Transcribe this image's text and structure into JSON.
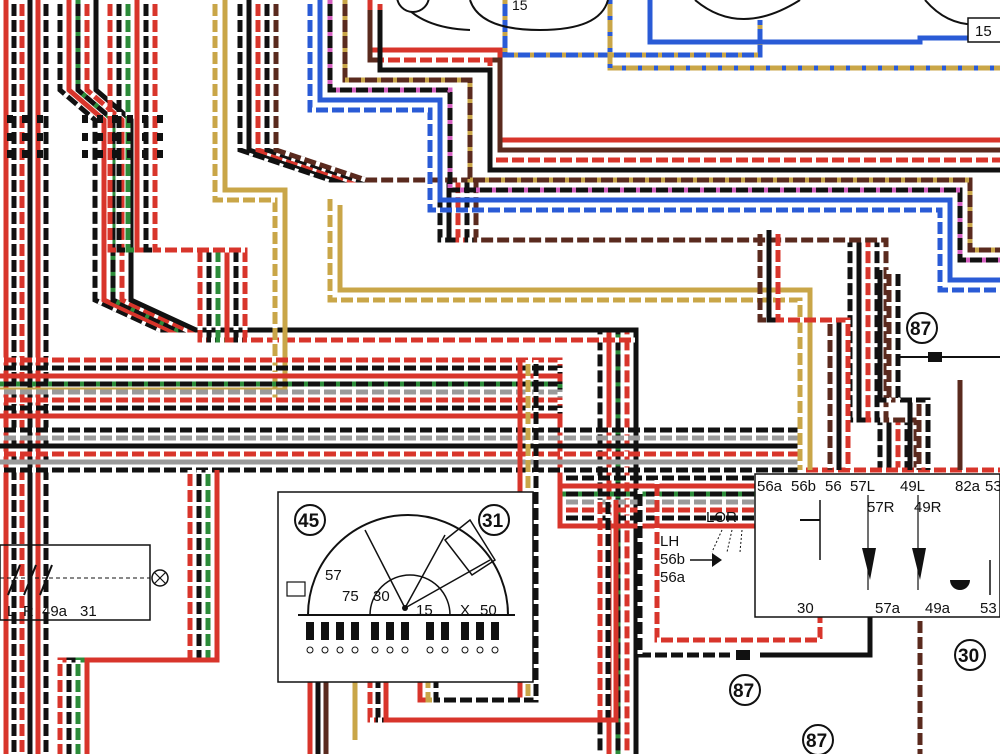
{
  "colors": {
    "red": "#d8352b",
    "black": "#111111",
    "white": "#ffffff",
    "brown": "#5a2a1e",
    "yellow": "#c9a648",
    "blue": "#2a5bd6",
    "green": "#2c8c3a",
    "grey": "#9a9a9a",
    "pink": "#d460c0",
    "background": "#ffffff"
  },
  "connector_circles": {
    "c87_right": "87",
    "c87_bottom": "87",
    "c87_corner": "87",
    "c45": "45",
    "c31": "31",
    "c30": "30"
  },
  "top_terminal": "15",
  "top_right_terminal": "15",
  "bottom_left_switch": {
    "terminals": [
      "L",
      "R",
      "49a",
      "31"
    ]
  },
  "headlamp_switch": {
    "terminals": [
      "57",
      "75",
      "30",
      "15",
      "X",
      "50"
    ]
  },
  "relay_unit": {
    "top_terminals": [
      "56a",
      "56b",
      "56",
      "57L",
      "49L",
      "82a",
      "53"
    ],
    "inner_terminals": [
      "57R",
      "49R"
    ],
    "bottom_terminals": [
      "30",
      "57a",
      "49a",
      "53"
    ],
    "side_labels": {
      "lh": "LH",
      "lor": "LOR",
      "s56b": "56b",
      "s56a": "56a"
    }
  }
}
